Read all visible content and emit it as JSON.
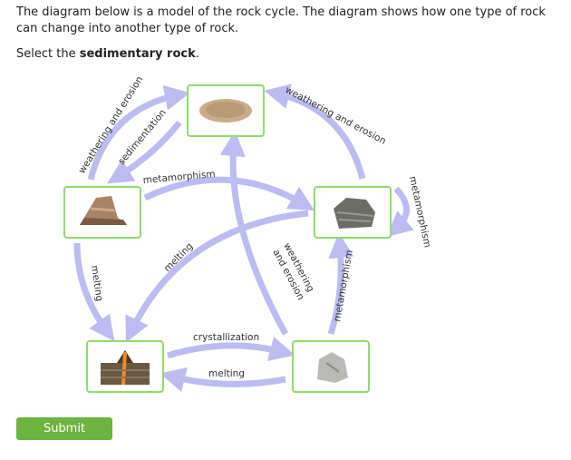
{
  "question": "The diagram below is a model of the rock cycle. The diagram shows how one type of rock can change into another type of rock.",
  "instruction_prefix": "Select the ",
  "instruction_bold": "sedimentary rock",
  "instruction_suffix": ".",
  "labels": {
    "weathering_erosion_left": "weathering and erosion",
    "sedimentation": "sedimentation",
    "weathering_erosion_right": "weathering and erosion",
    "metamorphism_top": "metamorphism",
    "metamorphism_right": "metamorphism",
    "melting_left": "melting",
    "melting_center": "melting",
    "weathering_center_1": "weathering",
    "weathering_center_2": "and erosion",
    "metamorphism_lower": "metamorphism",
    "crystallization": "crystallization",
    "melting_bottom": "melting"
  },
  "colors": {
    "arrow": "#bcbcf2",
    "box_border": "#8fdc6a",
    "button": "#6cb33f"
  },
  "submit_label": "Submit"
}
